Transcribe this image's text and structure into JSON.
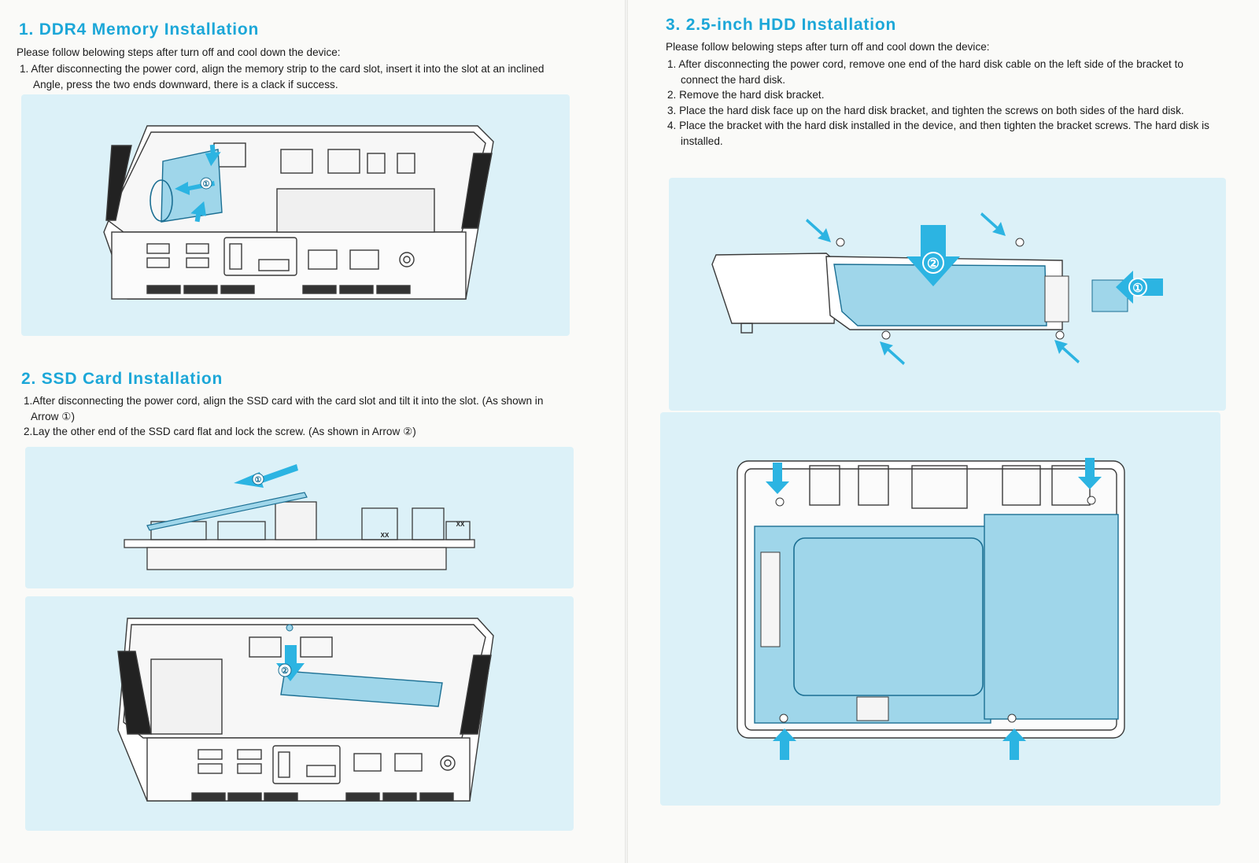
{
  "section1": {
    "title": "1. DDR4 Memory Installation",
    "intro": "Please follow belowing steps after turn off and cool down the device:",
    "steps": [
      "1. After disconnecting the power cord, align the memory strip to the card slot, insert it into the slot at an inclined Angle, press the two ends downward, there is a clack if success."
    ],
    "callouts": [
      "①"
    ]
  },
  "section2": {
    "title": "2. SSD Card Installation",
    "steps": [
      "1.After disconnecting the power cord, align the SSD card with the card slot and tilt it into the slot. (As shown in Arrow ①)",
      "2.Lay the other end of the SSD card flat and lock the screw. (As shown in Arrow ②)"
    ],
    "callouts": [
      "①",
      "②"
    ],
    "board_labels": [
      "XX",
      "XX"
    ]
  },
  "section3": {
    "title": "3. 2.5-inch HDD Installation",
    "intro": "Please follow belowing steps after turn off and cool down the device:",
    "steps": [
      "1. After disconnecting the power cord, remove one end of the hard disk cable on the left side of the bracket to connect the hard disk.",
      "2. Remove the hard disk bracket.",
      "3. Place the hard disk face up on the hard disk bracket, and tighten the screws on both sides of the hard disk.",
      "4. Place the bracket with the hard disk installed in the device, and then tighten the bracket screws. The hard disk is installed."
    ],
    "callouts": [
      "②",
      "①"
    ]
  },
  "colors": {
    "accent": "#1ca7d8",
    "panel": "#dcf1f8",
    "part_fill": "#9fd6ea",
    "arrow": "#2cb4e2",
    "line": "#3a3a3a"
  }
}
